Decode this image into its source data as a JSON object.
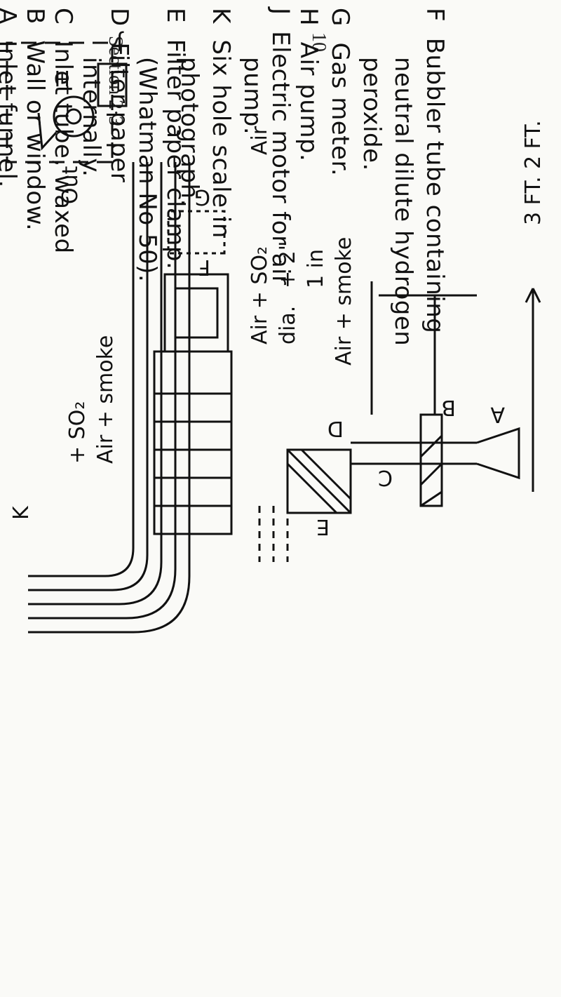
{
  "header": {
    "section": "Section 2·3",
    "page_number": "10"
  },
  "legend": [
    {
      "key": "A",
      "text": "Inlet funnel."
    },
    {
      "key": "B",
      "text": "Wall or window."
    },
    {
      "key": "C",
      "text": "Inlet tube, waxed"
    },
    {
      "key": "",
      "text": "internally."
    },
    {
      "key": "D",
      "text": "Filter paper"
    },
    {
      "key": "",
      "text": "(Whatman No 50)."
    },
    {
      "key": "E",
      "text": "Filter paper clamp."
    },
    {
      "key": "F",
      "text": "Bubbler tube containing"
    },
    {
      "key": "",
      "text": "neutral dilute hydrogen"
    },
    {
      "key": "",
      "text": "peroxide."
    },
    {
      "key": "G",
      "text": "Gas meter."
    },
    {
      "key": "H",
      "text": "Air pump."
    },
    {
      "key": "J",
      "text": "Electric motor for air"
    },
    {
      "key": "",
      "text": "pump."
    },
    {
      "key": "K",
      "text": "Six hole scale in"
    },
    {
      "key": "",
      "text": "photograph."
    }
  ],
  "diagram_labels": {
    "air_smoke_inlet": "Air + smoke",
    "air_so2_inlet": "+ SO₂",
    "air_smoke_inner": "Air + smoke",
    "air_so2_inner": "Air + SO₂",
    "air_label": "Air",
    "out_label": "Out",
    "dia_label": "dia.",
    "size_1": "1 in",
    "size_2": "+ 2\"",
    "dim_3ft": "3 FT.",
    "dim_2ft": "2 FT.",
    "key_A": "A",
    "key_B": "B",
    "key_C": "C",
    "key_D": "D",
    "key_E": "E",
    "key_F": "F",
    "key_G": "G",
    "key_H": "H",
    "key_J": "J",
    "key_K": "K"
  }
}
